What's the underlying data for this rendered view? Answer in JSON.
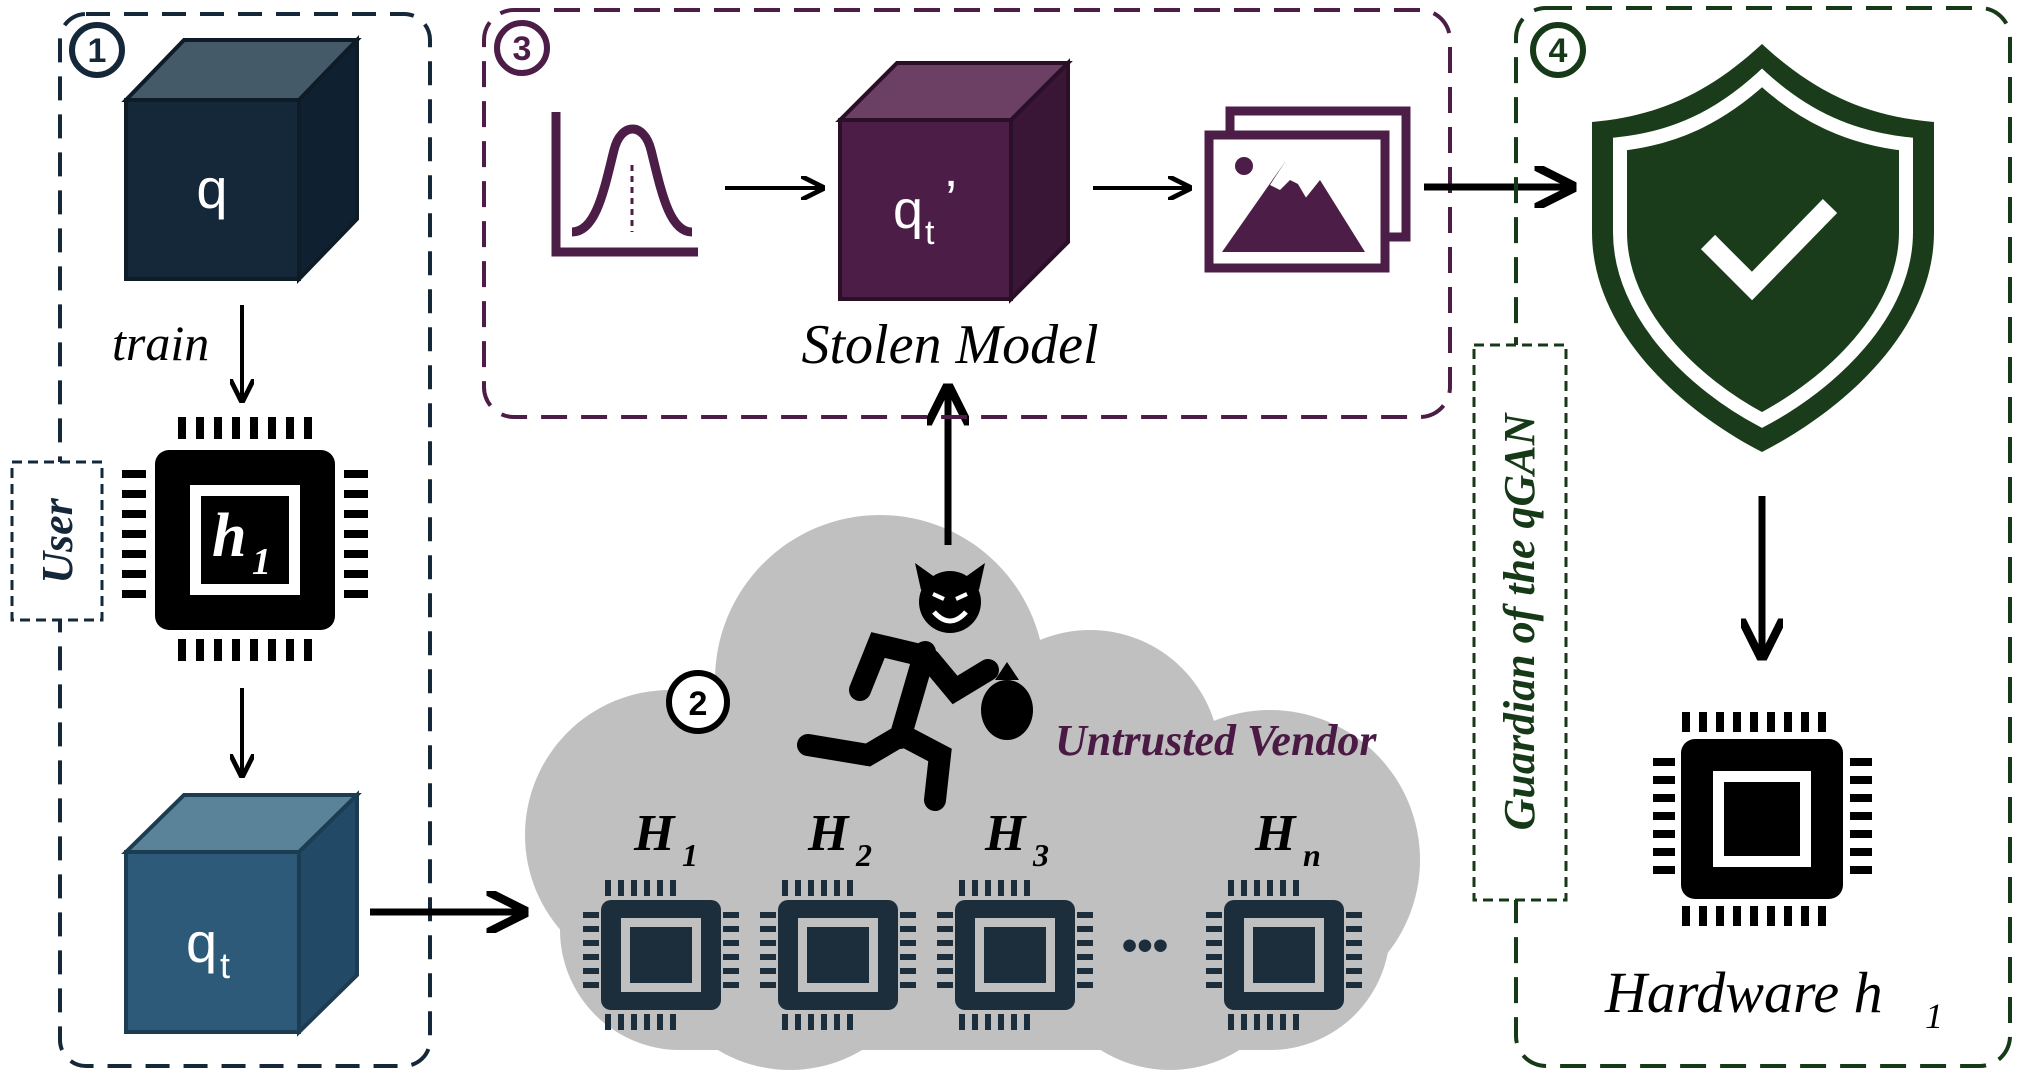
{
  "colors": {
    "user_panel": "#14283a",
    "stolen_panel": "#4c1d47",
    "guardian_panel": "#163a17",
    "cube_q": "#14283a",
    "cube_qt": "#2c5a78",
    "cube_stolen": "#4c1d47",
    "cloud": "#c0c0c0",
    "chip_cloud": "#1c2e3c",
    "shield": "#1b3c1a",
    "vendor_text": "#4a1a44",
    "ink": "#000000"
  },
  "user_panel": {
    "step_number": "1",
    "side_label": "User",
    "cube_top_label": "q",
    "train_label": "train",
    "chip_label_main": "h",
    "chip_label_sub": "1",
    "cube_bottom_label_main": "q",
    "cube_bottom_label_sub": "t"
  },
  "vendor_cloud": {
    "step_number": "2",
    "title": "Untrusted Vendor",
    "chips": [
      {
        "main": "H",
        "sub": "1"
      },
      {
        "main": "H",
        "sub": "2"
      },
      {
        "main": "H",
        "sub": "3"
      },
      {
        "main": "H",
        "sub": "n"
      }
    ],
    "ellipsis": "•••"
  },
  "stolen_panel": {
    "step_number": "3",
    "cube_label_main": "q",
    "cube_label_sub": "t",
    "cube_label_prime": "’",
    "caption": "Stolen Model"
  },
  "guardian_panel": {
    "step_number": "4",
    "side_label": "Guardian of the qGAN",
    "hardware_label_main": "Hardware h",
    "hardware_label_sub": "1"
  },
  "icons": {
    "distribution": "distribution-icon",
    "images": "image-gallery-icon",
    "thief": "devil-thief-icon",
    "shield": "shield-check-icon",
    "chip": "cpu-chip-icon"
  }
}
